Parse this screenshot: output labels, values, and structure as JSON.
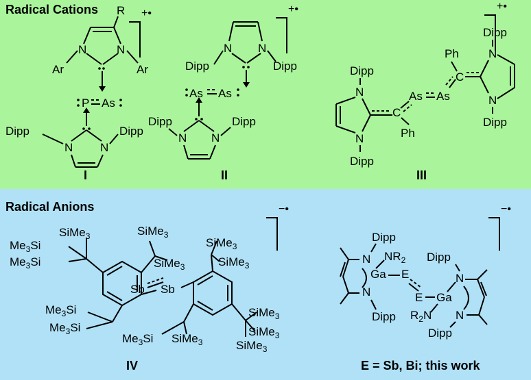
{
  "panels": {
    "cations": {
      "title": "Radical Cations",
      "background": "#aaf59c",
      "charge": "+•",
      "compounds": [
        "I",
        "II",
        "III"
      ]
    },
    "anions": {
      "title": "Radical Anions",
      "background": "#b0e1f6",
      "charge": "−•",
      "compounds": [
        "IV",
        "E = Sb, Bi; this work"
      ]
    }
  },
  "labels": {
    "R": "R",
    "Ar": "Ar",
    "N": "N",
    "P": "P",
    "As": "As",
    "Dipp": "Dipp",
    "Ph": "Ph",
    "C": "C",
    "Sb": "Sb",
    "SiMe3": "SiMe3",
    "Me3Si": "Me3Si",
    "Ga": "Ga",
    "E": "E",
    "NR2": "NR2",
    "R2N": "R2N"
  }
}
